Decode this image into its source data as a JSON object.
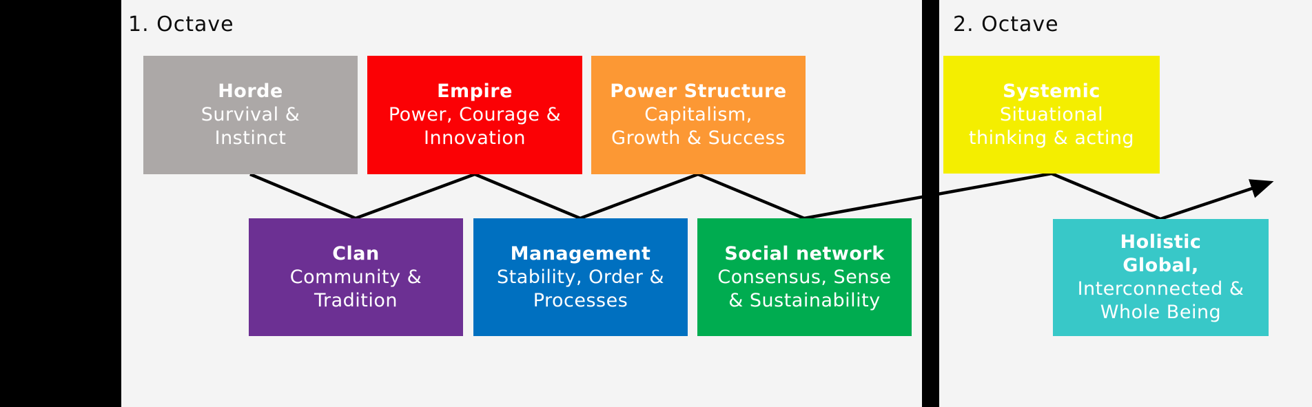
{
  "page": {
    "background_color": "#f4f4f4",
    "frame_color": "#000000"
  },
  "labels": {
    "octave1": "1. Octave",
    "octave2": "2. Octave"
  },
  "arrow": {
    "color": "#000000",
    "description": "zigzag-progression-arrow"
  },
  "boxes": [
    {
      "id": "horde",
      "color": "#aca8a7",
      "text_color": "#ffffff",
      "lines": [
        {
          "text": "Horde",
          "bold": true
        },
        {
          "text": "Survival &",
          "bold": false
        },
        {
          "text": "Instinct",
          "bold": false
        }
      ]
    },
    {
      "id": "empire",
      "color": "#fb0105",
      "text_color": "#ffffff",
      "lines": [
        {
          "text": "Empire",
          "bold": true
        },
        {
          "text": "Power, Courage &",
          "bold": false
        },
        {
          "text": "Innovation",
          "bold": false
        }
      ]
    },
    {
      "id": "power-structure",
      "color": "#fc9834",
      "text_color": "#ffffff",
      "lines": [
        {
          "text": "Power Structure",
          "bold": true
        },
        {
          "text": "Capitalism,",
          "bold": false
        },
        {
          "text": "Growth & Success",
          "bold": false
        }
      ]
    },
    {
      "id": "systemic",
      "color": "#f4ee00",
      "text_color": "#ffffff",
      "lines": [
        {
          "text": "Systemic",
          "bold": true
        },
        {
          "text": "Situational",
          "bold": false
        },
        {
          "text": "thinking & acting",
          "bold": false
        }
      ]
    },
    {
      "id": "clan",
      "color": "#6c3093",
      "text_color": "#ffffff",
      "lines": [
        {
          "text": "Clan",
          "bold": true
        },
        {
          "text": "Community &",
          "bold": false
        },
        {
          "text": "Tradition",
          "bold": false
        }
      ]
    },
    {
      "id": "management",
      "color": "#0070c0",
      "text_color": "#ffffff",
      "lines": [
        {
          "text": "Management",
          "bold": true
        },
        {
          "text": "Stability, Order &",
          "bold": false
        },
        {
          "text": "Processes",
          "bold": false
        }
      ]
    },
    {
      "id": "social-network",
      "color": "#00ac50",
      "text_color": "#ffffff",
      "lines": [
        {
          "text": "Social network",
          "bold": true
        },
        {
          "text": "Consensus, Sense",
          "bold": false
        },
        {
          "text": "& Sustainability",
          "bold": false
        }
      ]
    },
    {
      "id": "holistic",
      "color": "#38c8c8",
      "text_color": "#ffffff",
      "lines": [
        {
          "text": "Holistic",
          "bold": true
        },
        {
          "text": "Global,",
          "bold": true
        },
        {
          "text": "Interconnected &",
          "bold": false
        },
        {
          "text": "Whole Being",
          "bold": false
        }
      ]
    }
  ]
}
